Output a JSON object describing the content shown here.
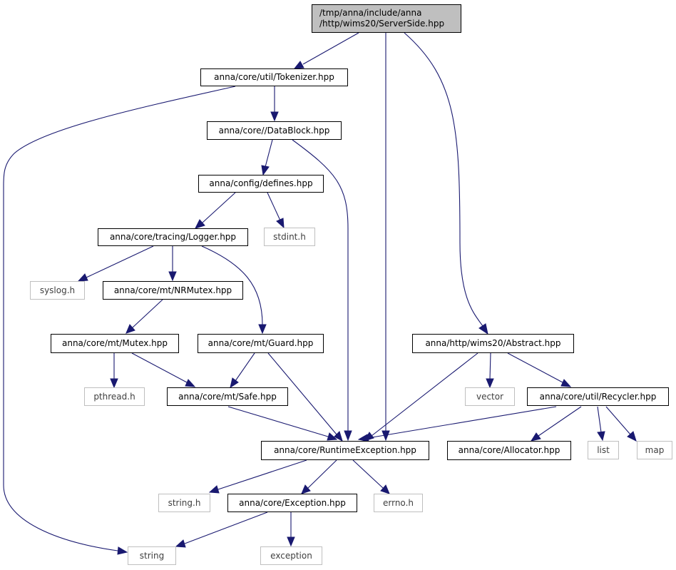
{
  "colors": {
    "edge": "#191970",
    "root_fill": "#bfbfbf",
    "root_border": "#000000",
    "internal_border": "#000000",
    "external_border": "#bfbfbf",
    "external_text": "#404040"
  },
  "graph": {
    "root": {
      "line1": "/tmp/anna/include/anna",
      "line2": "/http/wims20/ServerSide.hpp"
    },
    "nodes": {
      "tokenizer": "anna/core/util/Tokenizer.hpp",
      "datablock": "anna/core//DataBlock.hpp",
      "defines": "anna/config/defines.hpp",
      "stdint": "stdint.h",
      "logger": "anna/core/tracing/Logger.hpp",
      "syslog": "syslog.h",
      "nrmutex": "anna/core/mt/NRMutex.hpp",
      "mutex": "anna/core/mt/Mutex.hpp",
      "guard": "anna/core/mt/Guard.hpp",
      "abstract": "anna/http/wims20/Abstract.hpp",
      "pthread": "pthread.h",
      "safe": "anna/core/mt/Safe.hpp",
      "vector": "vector",
      "recycler": "anna/core/util/Recycler.hpp",
      "runtime": "anna/core/RuntimeException.hpp",
      "allocator": "anna/core/Allocator.hpp",
      "list": "list",
      "map": "map",
      "string_h": "string.h",
      "exception_hpp": "anna/core/Exception.hpp",
      "errno": "errno.h",
      "string": "string",
      "exception": "exception"
    }
  }
}
